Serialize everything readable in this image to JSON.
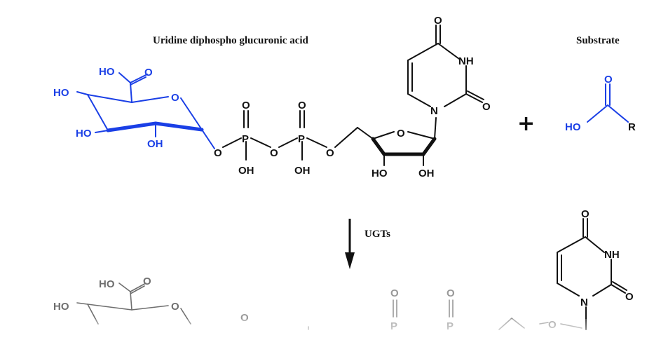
{
  "labels": {
    "udpga_title": "Uridine diphospho glucuronic acid",
    "substrate_title": "Substrate",
    "enzyme": "UGTs",
    "plus": "+"
  },
  "atoms": {
    "ho": "HO",
    "oh": "OH",
    "o": "O",
    "p": "P",
    "n": "N",
    "nh": "NH",
    "r": "R"
  },
  "colors": {
    "glucuronic_acid": "#1a3fe6",
    "substrate": "#1a3fe6",
    "uridine_diphosphate": "#111111",
    "product_faded": "#555555"
  }
}
